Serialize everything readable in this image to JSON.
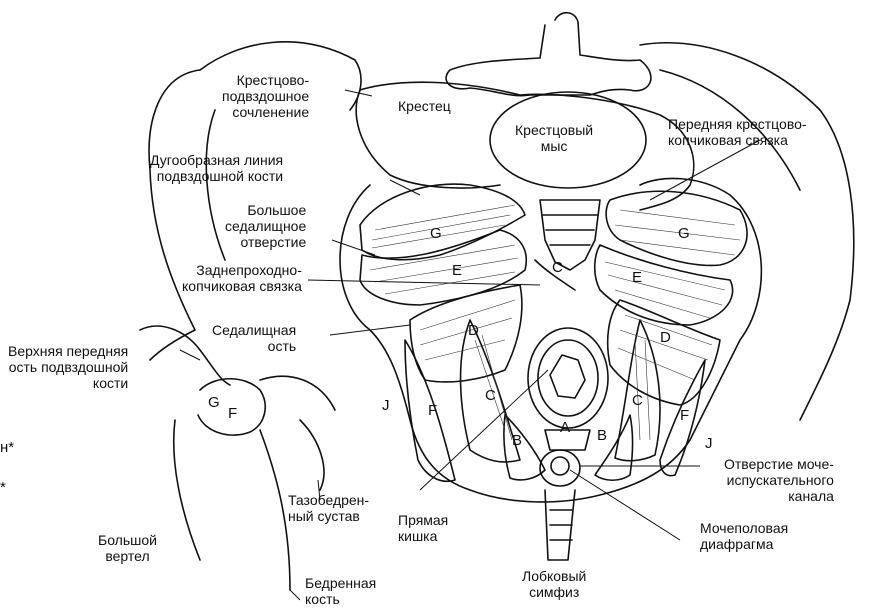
{
  "labels": {
    "sacroiliac_joint": "Крестцово-\nподвздошное\nсочленение",
    "sacrum": "Крестец",
    "promontory": "Крестцовый\nмыс",
    "anterior_sacrococcygeal_ligament": "Передняя крестцово-\nкопчиковая связка",
    "arcuate_line": "Дугообразная линия\nподвздошной кости",
    "greater_sciatic_foramen": "Большое\nседалищное\nотверстие",
    "anococcygeal_ligament": "Заднепроходно-\nкопчиковая связка",
    "ischial_spine": "Седалищная\nость",
    "asis": "Верхняя передняя\nость подвздошной\nкости",
    "hip_joint": "Тазобедрен-\nный сустав",
    "rectum": "Прямая\nкишка",
    "greater_trochanter": "Большой\nвертел",
    "femur": "Бедренная\nкость",
    "pubic_symphysis": "Лобковый\nсимфиз",
    "urethral_opening": "Отверстие моче-\nиспускательного\nканала",
    "urogenital_diaphragm": "Мочеполовая\nдиафрагма"
  },
  "muscle_letters": {
    "g": "G",
    "e": "E",
    "d": "D",
    "c": "C",
    "b": "B",
    "a": "A",
    "f": "F",
    "j": "J"
  },
  "edge_marks": {
    "upper": "н*",
    "lower": "*"
  }
}
